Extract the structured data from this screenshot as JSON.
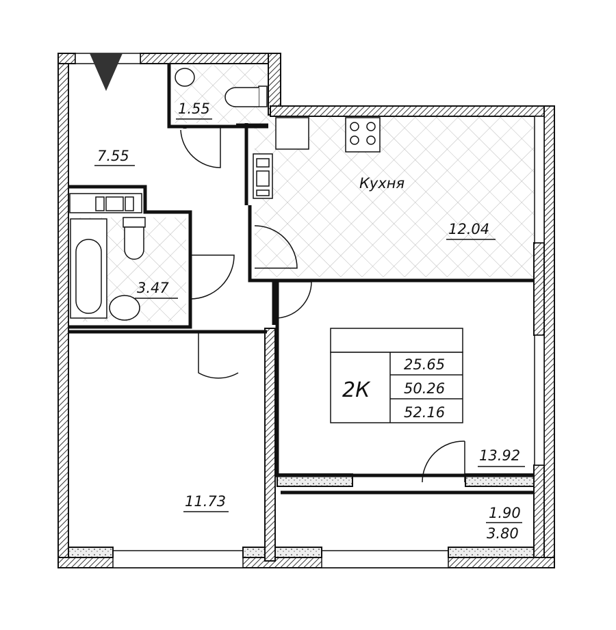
{
  "plan": {
    "rooms": {
      "hall": "7.55",
      "toilet": "1.55",
      "kitchen_name": "Кухня",
      "kitchen": "12.04",
      "bathroom": "3.47",
      "bedroom": "11.73",
      "living": "13.92",
      "balcony_top": "1.90",
      "balcony_bottom": "3.80"
    },
    "summary": {
      "type": "2К",
      "living_area": "25.65",
      "total_area": "50.26",
      "total_with_balcony": "52.16"
    },
    "colors": {
      "wall": "#111111",
      "hatch": "#333333",
      "background": "#ffffff"
    }
  }
}
